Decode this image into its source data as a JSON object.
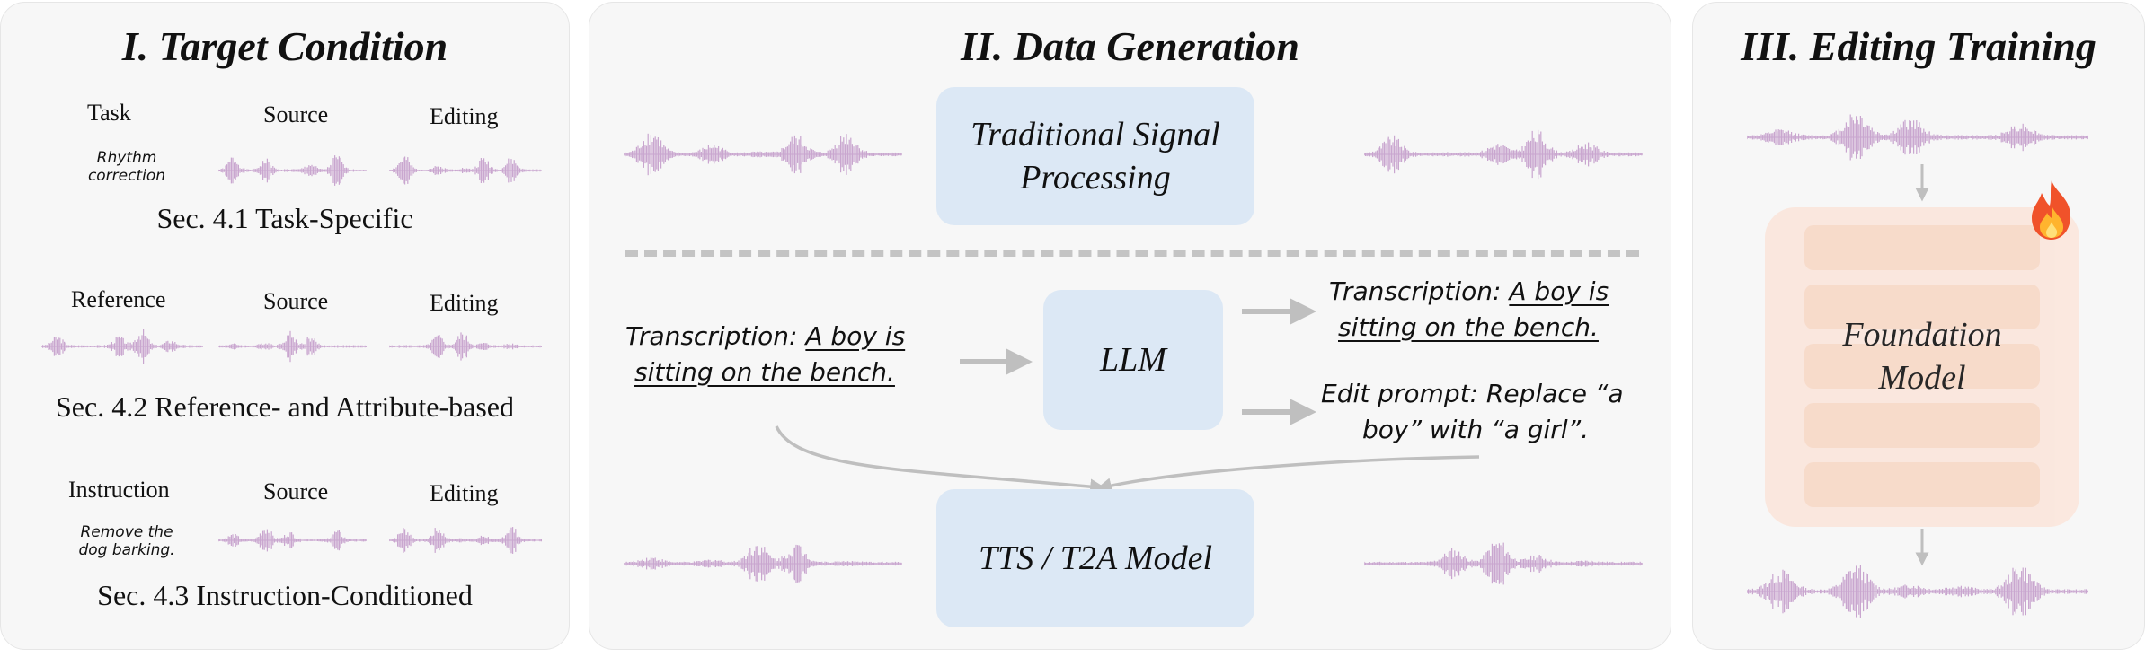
{
  "panel1": {
    "title": "I. Target Condition",
    "row1": {
      "col1": "Task",
      "col2": "Source",
      "col3": "Editing",
      "cond_line1": "Rhythm",
      "cond_line2": "correction",
      "caption": "Sec. 4.1 Task-Specific"
    },
    "row2": {
      "col1": "Reference",
      "col2": "Source",
      "col3": "Editing",
      "caption": "Sec. 4.2 Reference- and Attribute-based"
    },
    "row3": {
      "col1": "Instruction",
      "col2": "Source",
      "col3": "Editing",
      "cond_line1": "Remove the",
      "cond_line2": "dog barking.",
      "caption": "Sec. 4.3 Instruction-Conditioned"
    }
  },
  "panel2": {
    "title": "II.  Data Generation",
    "box_signal_line1": "Traditional Signal",
    "box_signal_line2": "Processing",
    "box_llm": "LLM",
    "box_tts": "TTS / T2A Model",
    "input_text": {
      "prefix": "Transcription: ",
      "line1_u": "A boy is",
      "line2_u": "sitting on the bench."
    },
    "output_text": {
      "prefix": "Transcription: ",
      "line1_u": "A boy is",
      "line2_u": "sitting on the bench."
    },
    "edit_prompt": {
      "line1": "Edit prompt: Replace “a",
      "line2": "boy” with “a girl”."
    }
  },
  "panel3": {
    "title": "III. Editing Training",
    "model_line1": "Foundation",
    "model_line2": "Model",
    "fire_icon": "fire-icon"
  },
  "colors": {
    "panel_bg": "#f7f7f7",
    "box_blue": "#dce8f5",
    "waveform": "#c9a6cf",
    "arrow": "#bfbfbf",
    "model_outer": "#fbe6dc",
    "model_layer": "#f8d8c6"
  }
}
